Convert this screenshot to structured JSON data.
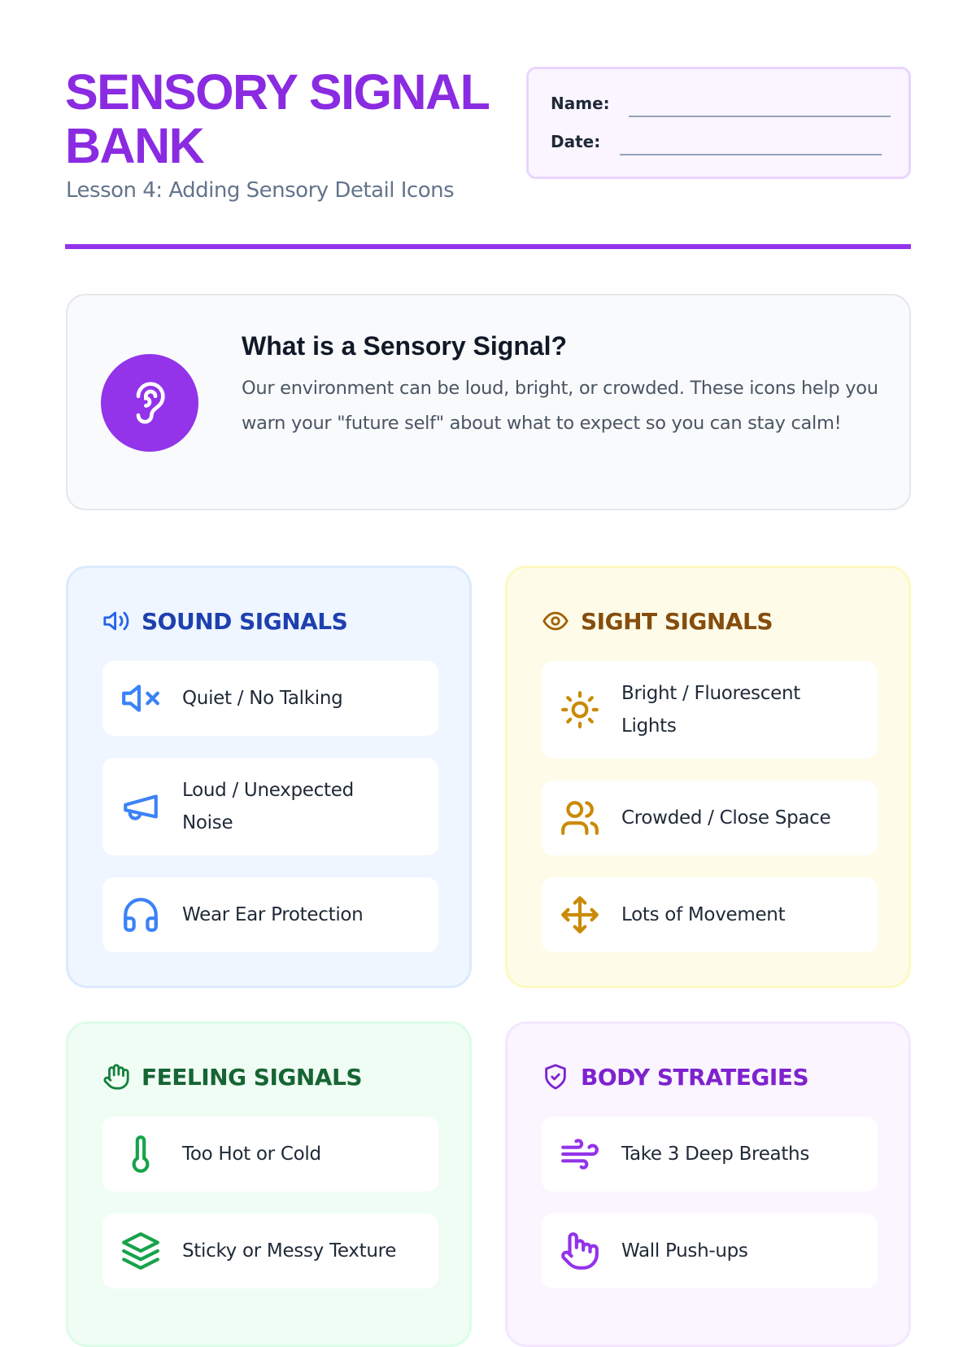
{
  "header": {
    "title": "SENSORY SIGNAL BANK",
    "subtitle": "Lesson 4: Adding Sensory Detail Icons",
    "name_label": "Name:",
    "date_label": "Date:"
  },
  "intro": {
    "heading": "What is a Sensory Signal?",
    "body": "Our environment can be loud, bright, or crowded. These icons help you warn your \"future self\" about what to expect so you can stay calm!"
  },
  "sections": [
    {
      "title": "SOUND SIGNALS",
      "color": "#1e40af",
      "items": [
        "Quiet / No Talking",
        "Loud / Unexpected Noise",
        "Wear Ear Protection"
      ]
    },
    {
      "title": "SIGHT SIGNALS",
      "color": "#854d0e",
      "items": [
        "Bright / Fluorescent Lights",
        "Crowded / Close Space",
        "Lots of Movement"
      ]
    },
    {
      "title": "FEELING SIGNALS",
      "color": "#166534",
      "items": [
        "Too Hot or Cold",
        "Sticky or Messy Texture"
      ]
    },
    {
      "title": "BODY STRATEGIES",
      "color": "#7e22ce",
      "items": [
        "Take 3 Deep Breaths",
        "Wall Push-ups"
      ]
    }
  ]
}
